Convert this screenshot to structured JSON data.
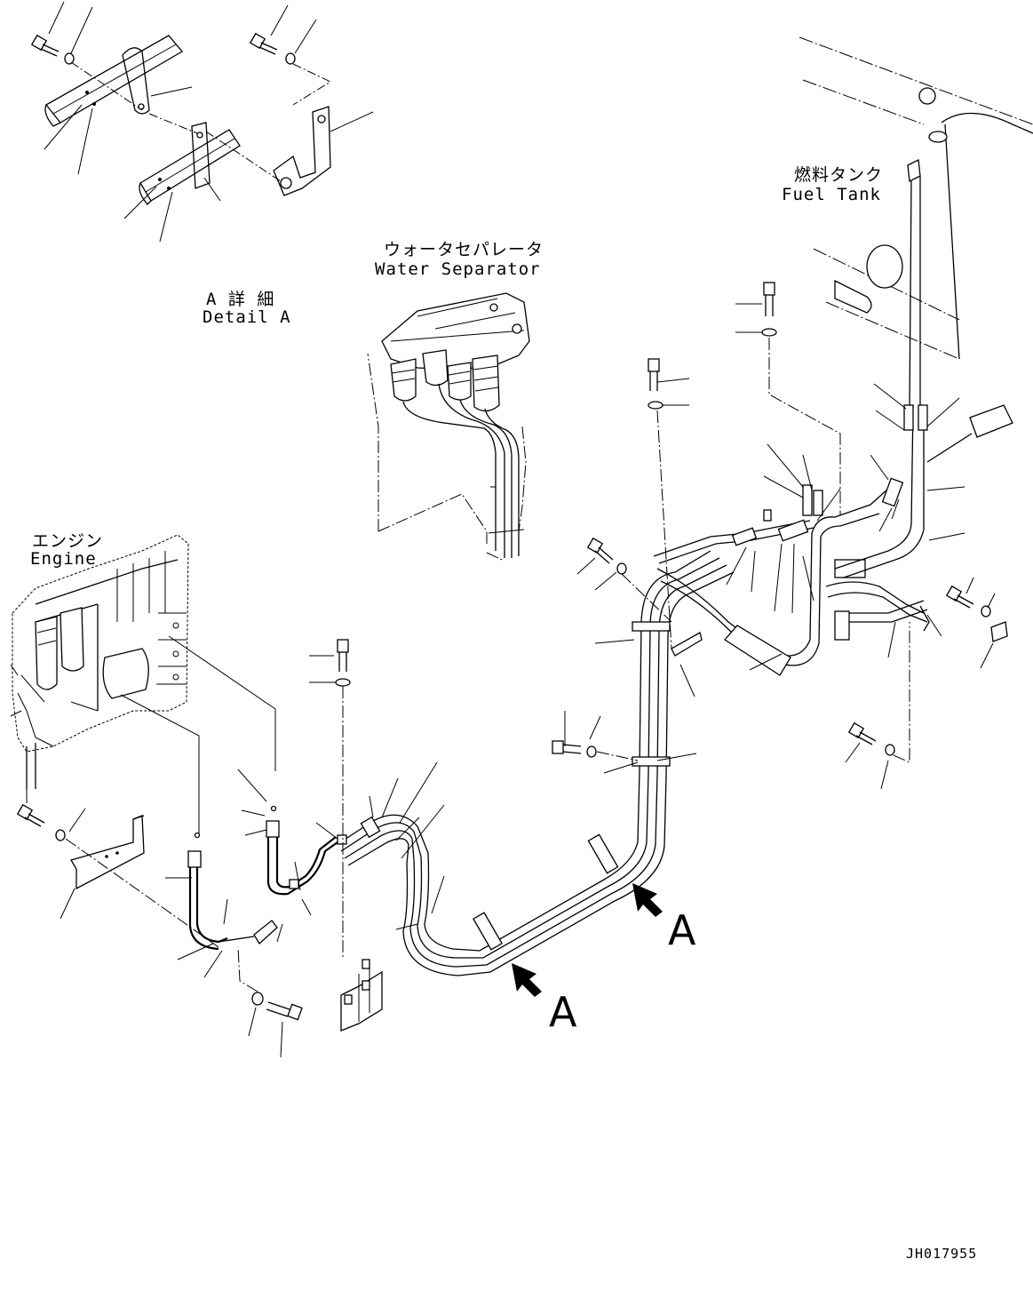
{
  "labels": {
    "detail_a_jp": "A 詳 細",
    "detail_a_en": "Detail A",
    "water_separator_jp": "ウォータセパレータ",
    "water_separator_en": "Water Separator",
    "fuel_tank_jp": "燃料タンク",
    "fuel_tank_en": "Fuel Tank",
    "engine_jp": "エンジン",
    "engine_en": "Engine"
  },
  "view_markers": [
    {
      "letter": "A"
    },
    {
      "letter": "A"
    }
  ],
  "drawing_number": "JH017955"
}
